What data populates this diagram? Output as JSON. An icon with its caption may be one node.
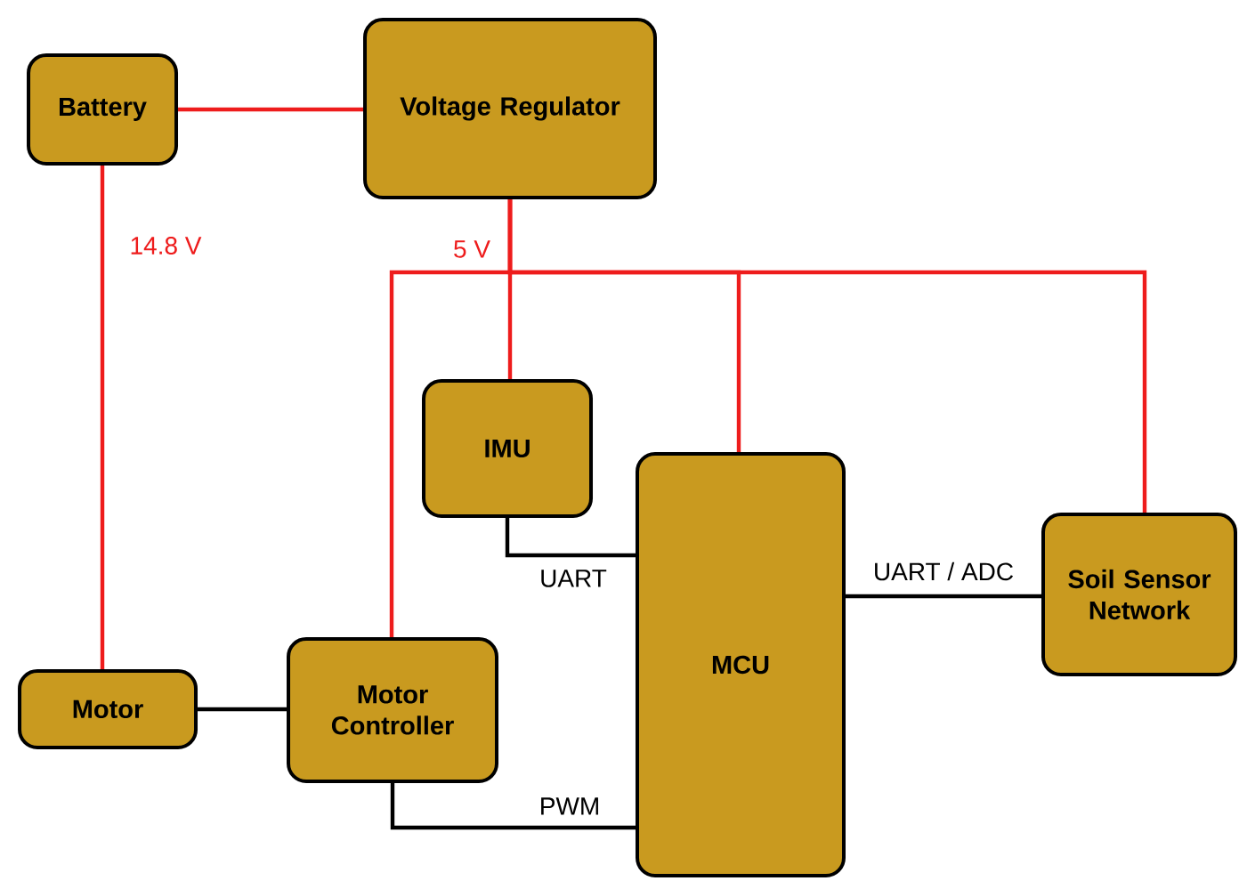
{
  "diagram": {
    "nodes": [
      {
        "text": [
          "Battery"
        ]
      },
      {
        "text": [
          "Voltage Regulator"
        ]
      },
      {
        "text": [
          "IMU"
        ]
      },
      {
        "text": [
          "MCU"
        ]
      },
      {
        "text": [
          "Soil Sensor Network"
        ]
      },
      {
        "text": [
          "Motor"
        ]
      },
      {
        "text": [
          "Motor Controller"
        ]
      }
    ],
    "edges": [
      {
        "from": 0,
        "to": 1,
        "arrow": "none"
      },
      {
        "from": 0,
        "to": 5,
        "arrow": "none",
        "label": "14.8 V"
      },
      {
        "from": 1,
        "to": 2,
        "arrow": "none",
        "label": "5 V"
      },
      {
        "from": 1,
        "to": 6,
        "arrow": "none"
      },
      {
        "from": 1,
        "to": 3,
        "arrow": "none"
      },
      {
        "from": 1,
        "to": 4,
        "arrow": "none"
      },
      {
        "from": 2,
        "to": 3,
        "arrow": "none",
        "label": "UART",
        "color": "#000000"
      },
      {
        "from": 3,
        "to": 4,
        "arrow": "none",
        "label": "UART / ADC",
        "color": "#000000"
      },
      {
        "from": 5,
        "to": 6,
        "arrow": "none",
        "color": "#000000"
      },
      {
        "from": 6,
        "to": 3,
        "arrow": "none",
        "label": "PWM",
        "color": "#000000"
      }
    ]
  }
}
